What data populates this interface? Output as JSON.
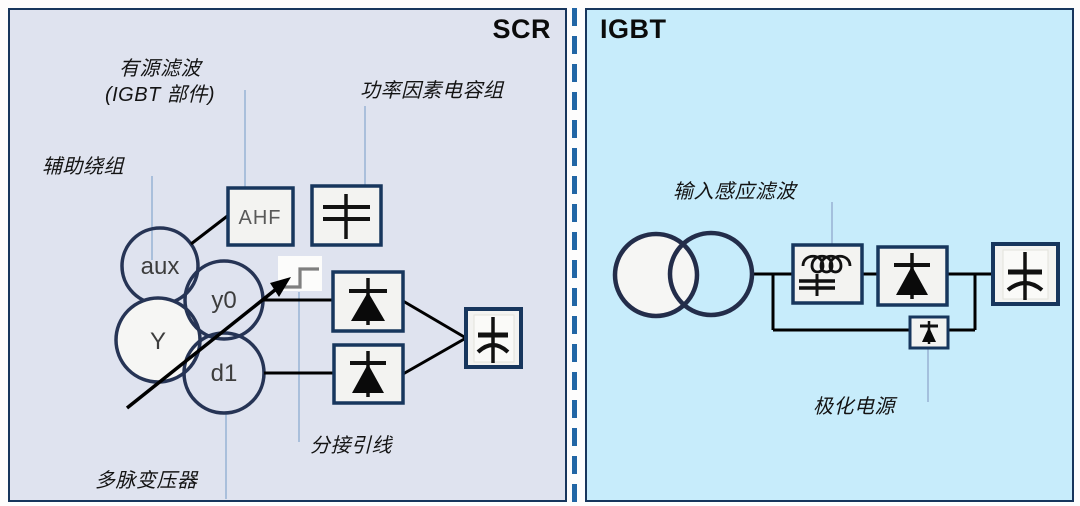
{
  "left_panel": {
    "title": "SCR",
    "labels": {
      "active_filter_line1": "有源滤波",
      "active_filter_line2": "(IGBT 部件)",
      "pf_capacitor_bank": "功率因素电容组",
      "aux_winding": "辅助绕组",
      "tap_lead": "分接引线",
      "multipulse_transformer": "多脉变压器"
    },
    "nodes": {
      "ahf": "AHF",
      "aux": "aux",
      "y": "Y",
      "y0": "y0",
      "d1": "d1"
    },
    "icons": [
      "capacitor-icon",
      "thyristor-icon",
      "thyristor-icon",
      "polarized-capacitor-icon",
      "tap-step-icon",
      "arrow-icon",
      "winding-circles-icon"
    ]
  },
  "right_panel": {
    "title": "IGBT",
    "labels": {
      "input_inductive_filter": "输入感应滤波",
      "polarized_supply": "极化电源"
    },
    "icons": [
      "transformer-circles-icon",
      "inductor-capacitor-filter-icon",
      "diode-icon",
      "small-diode-icon",
      "polarized-capacitor-icon"
    ]
  },
  "colors": {
    "left_panel_bg": "#dfe3ef",
    "right_panel_bg": "#c7ecfb",
    "panel_border": "#17365d",
    "box_border": "#17365d",
    "box_fill": "#f3f3f1",
    "circle_stroke": "#263455",
    "wire": "#000000",
    "leader_line": "#9cb6d6",
    "divider_dash": "#2166a5",
    "tap_step": "#7f7f7f"
  }
}
